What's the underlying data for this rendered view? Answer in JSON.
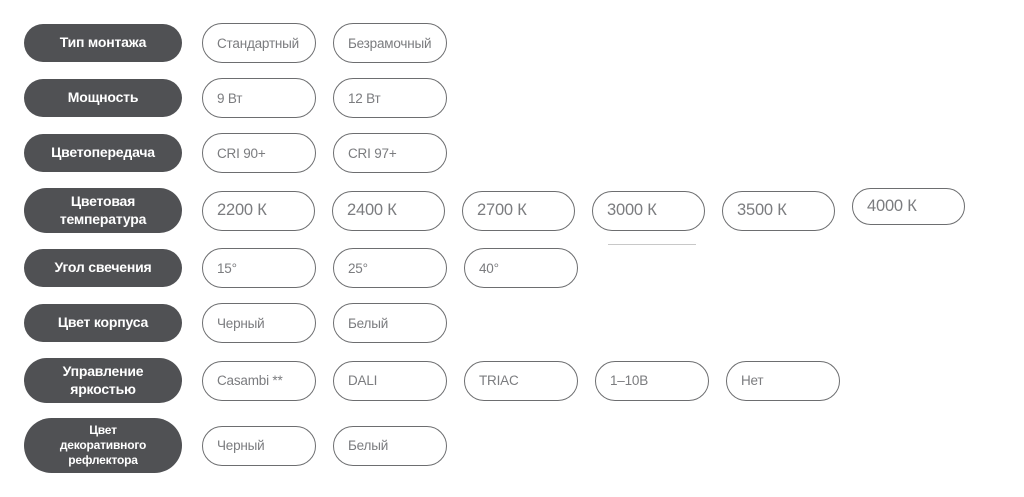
{
  "colors": {
    "label_bg": "#505154",
    "label_text": "#ffffff",
    "option_border": "#6d6e70",
    "option_text": "#7b7c7f",
    "divider": "#c8c8c8",
    "background": "#ffffff"
  },
  "rows": [
    {
      "label": "Тип монтажа",
      "options": [
        "Стандартный",
        "Безрамочный"
      ]
    },
    {
      "label": "Мощность",
      "options": [
        "9 Вт",
        "12 Вт"
      ]
    },
    {
      "label": "Цветопередача",
      "options": [
        "CRI 90+",
        "CRI 97+"
      ]
    },
    {
      "label": "Цветовая температура",
      "options": [
        "2200 К",
        "2400 К",
        "2700 К",
        "3000 К",
        "3500 К",
        "4000 К"
      ]
    },
    {
      "label": "Угол свечения",
      "options": [
        "15°",
        "25°",
        "40°"
      ]
    },
    {
      "label": "Цвет корпуса",
      "options": [
        "Черный",
        "Белый"
      ]
    },
    {
      "label": "Управление яркостью",
      "options": [
        "Casambi **",
        "DALI",
        "TRIAC",
        "1–10В",
        "Нет"
      ]
    },
    {
      "label": "Цвет декоративного рефлектора",
      "options": [
        "Черный",
        "Белый"
      ]
    }
  ]
}
